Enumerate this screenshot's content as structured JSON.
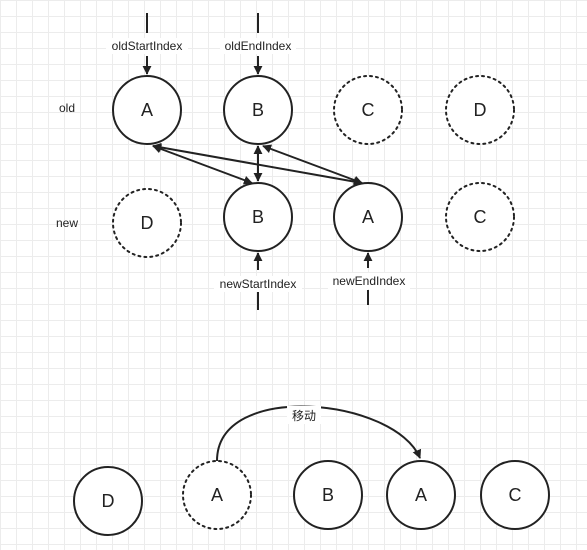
{
  "diagram": {
    "row_labels": {
      "old": "old",
      "new": "new"
    },
    "old_nodes": [
      {
        "label": "A",
        "style": "solid"
      },
      {
        "label": "B",
        "style": "solid"
      },
      {
        "label": "C",
        "style": "dotted"
      },
      {
        "label": "D",
        "style": "dotted"
      }
    ],
    "new_nodes": [
      {
        "label": "D",
        "style": "dotted"
      },
      {
        "label": "B",
        "style": "solid"
      },
      {
        "label": "A",
        "style": "solid"
      },
      {
        "label": "C",
        "style": "dotted"
      }
    ],
    "pointers": {
      "old_start": "oldStartIndex",
      "old_end": "oldEndIndex",
      "new_start": "newStartIndex",
      "new_end": "newEndIndex"
    },
    "result_nodes": [
      {
        "label": "D",
        "style": "solid"
      },
      {
        "label": "A",
        "style": "dotted"
      },
      {
        "label": "B",
        "style": "solid"
      },
      {
        "label": "A",
        "style": "solid"
      },
      {
        "label": "C",
        "style": "solid"
      }
    ],
    "move_label": "移动"
  }
}
